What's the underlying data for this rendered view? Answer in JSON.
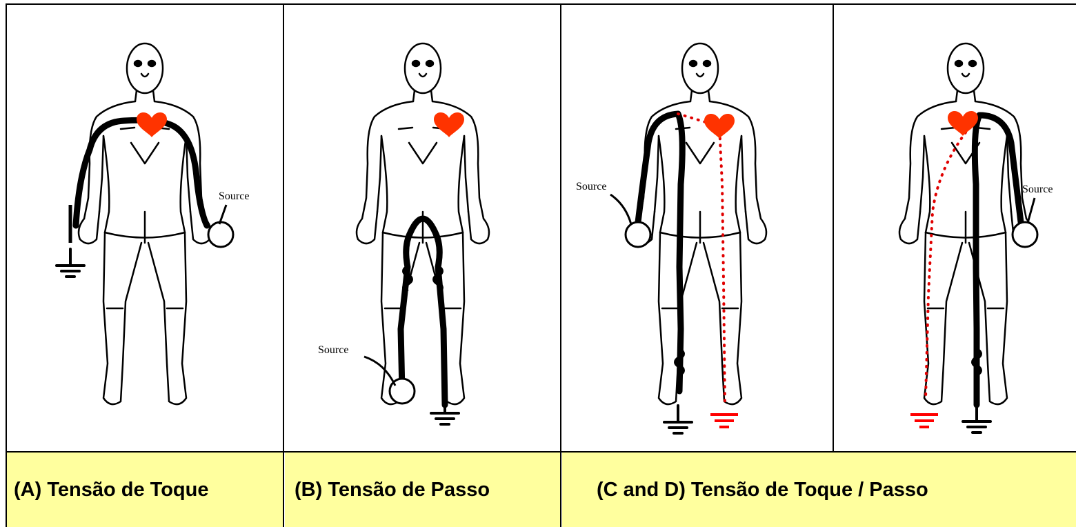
{
  "panels": [
    {
      "id": "A",
      "source_label": "Source"
    },
    {
      "id": "B",
      "source_label": "Source"
    },
    {
      "id": "C",
      "source_label": "Source"
    },
    {
      "id": "D",
      "source_label": "Source"
    }
  ],
  "captions": {
    "a": "(A) Tensão de Toque",
    "b": "(B) Tensão de Passo",
    "cd": "(C and D) Tensão de Toque / Passo"
  },
  "colors": {
    "caption_bg": "#ffff9e",
    "heart": "#ff3300",
    "dotted_path": "#e00000",
    "ground_red": "#ff0000"
  },
  "icons": [
    "heart-icon",
    "ground-symbol-icon",
    "source-sphere-icon"
  ]
}
